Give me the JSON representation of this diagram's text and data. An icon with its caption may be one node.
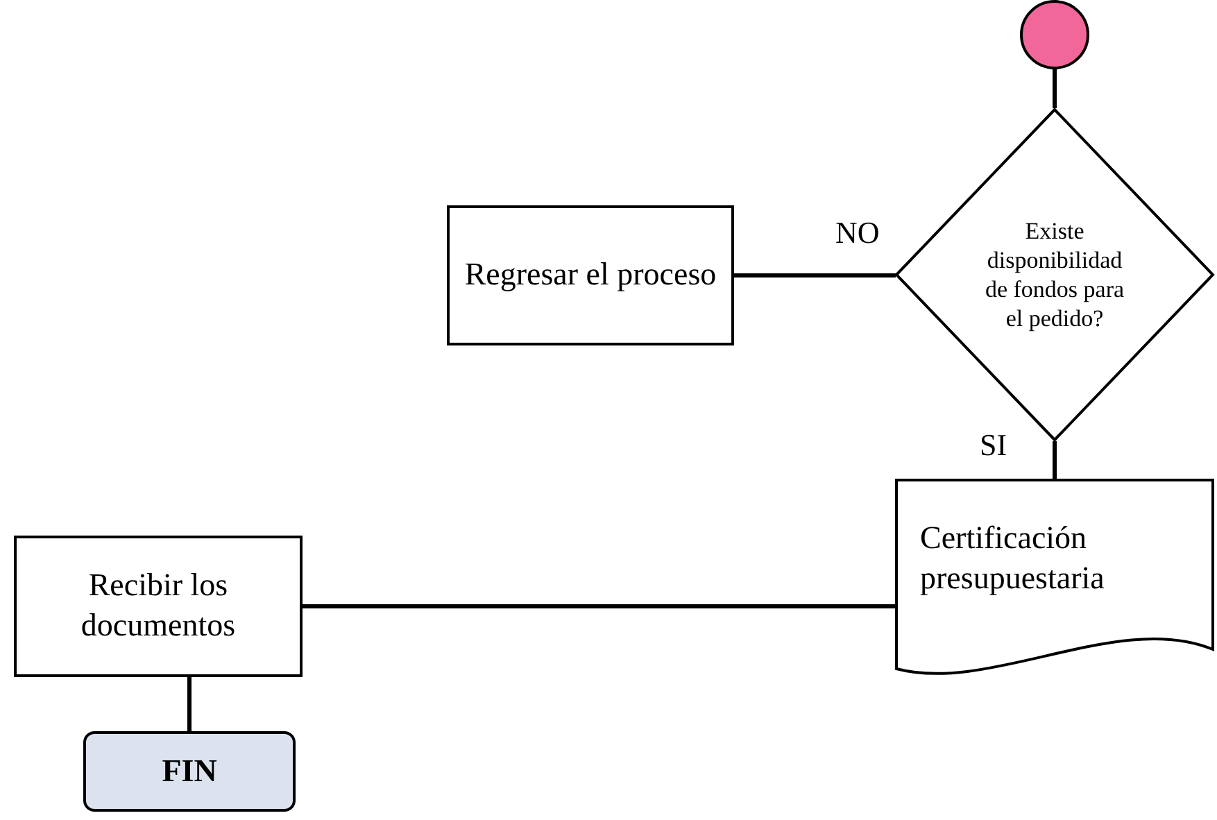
{
  "diagram": {
    "nodes": [
      {
        "text": [],
        "shape": "circle"
      },
      {
        "text": [
          "Existe disponibilidad de fondos para el pedido?"
        ]
      },
      {
        "text": [
          "Regresar el proceso"
        ]
      },
      {
        "text": [
          "Certificación presupuestaria"
        ]
      },
      {
        "text": [
          "Recibir los documentos"
        ]
      },
      {
        "text": [
          "FIN"
        ]
      }
    ],
    "edges": [
      {
        "from": 0,
        "to": 1,
        "arrow": "none"
      },
      {
        "from": 1,
        "to": 2,
        "arrow": "none",
        "label": "NO"
      },
      {
        "from": 1,
        "to": 3,
        "arrow": "none",
        "label": "SI"
      },
      {
        "from": 3,
        "to": 4,
        "arrow": "none"
      },
      {
        "from": 4,
        "to": 5,
        "arrow": "none"
      }
    ]
  }
}
